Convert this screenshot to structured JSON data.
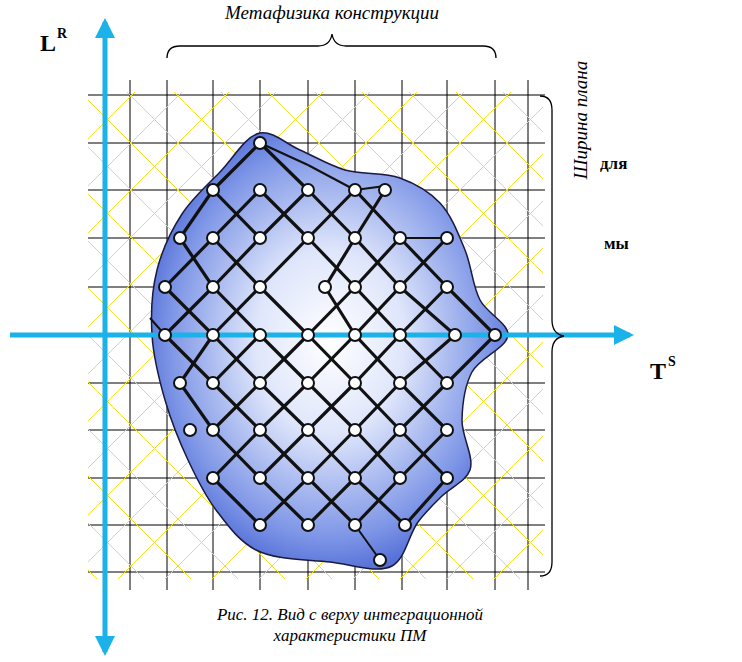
{
  "diagram": {
    "caption": "Рис. 12. Вид с верху интеграционной характеристики ПМ",
    "labels": [
      "Метафизика конструкции",
      "L",
      "R",
      "T",
      "S",
      "Ширина плана",
      "для",
      "мы"
    ]
  }
}
